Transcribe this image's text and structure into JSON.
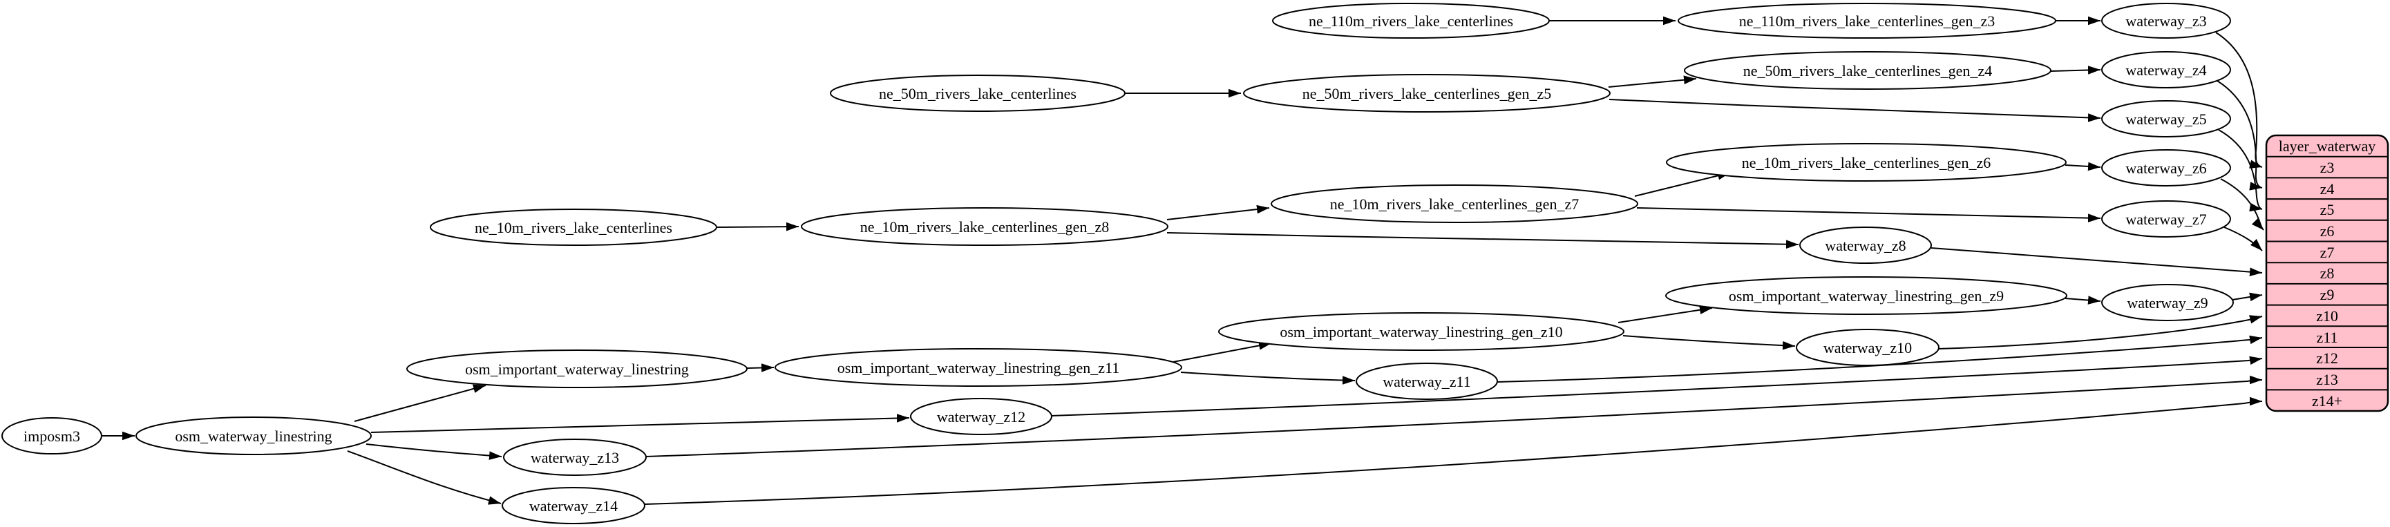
{
  "diagram": {
    "background": "#ffffff",
    "node_fill": "#ffffff",
    "node_stroke": "#000000",
    "record": {
      "title": "layer_waterway",
      "fill": "#ffc0cb",
      "rows": [
        "z3",
        "z4",
        "z5",
        "z6",
        "z7",
        "z8",
        "z9",
        "z10",
        "z11",
        "z12",
        "z13",
        "z14+"
      ]
    },
    "nodes": {
      "imposm3": {
        "label": "imposm3"
      },
      "osm_waterway_linestring": {
        "label": "osm_waterway_linestring"
      },
      "osm_important_waterway_linestring": {
        "label": "osm_important_waterway_linestring"
      },
      "osm_important_waterway_linestring_gen_z11": {
        "label": "osm_important_waterway_linestring_gen_z11"
      },
      "osm_important_waterway_linestring_gen_z10": {
        "label": "osm_important_waterway_linestring_gen_z10"
      },
      "osm_important_waterway_linestring_gen_z9": {
        "label": "osm_important_waterway_linestring_gen_z9"
      },
      "ne_110m_rivers_lake_centerlines": {
        "label": "ne_110m_rivers_lake_centerlines"
      },
      "ne_110m_rivers_lake_centerlines_gen_z3": {
        "label": "ne_110m_rivers_lake_centerlines_gen_z3"
      },
      "ne_50m_rivers_lake_centerlines": {
        "label": "ne_50m_rivers_lake_centerlines"
      },
      "ne_50m_rivers_lake_centerlines_gen_z5": {
        "label": "ne_50m_rivers_lake_centerlines_gen_z5"
      },
      "ne_50m_rivers_lake_centerlines_gen_z4": {
        "label": "ne_50m_rivers_lake_centerlines_gen_z4"
      },
      "ne_10m_rivers_lake_centerlines": {
        "label": "ne_10m_rivers_lake_centerlines"
      },
      "ne_10m_rivers_lake_centerlines_gen_z8": {
        "label": "ne_10m_rivers_lake_centerlines_gen_z8"
      },
      "ne_10m_rivers_lake_centerlines_gen_z7": {
        "label": "ne_10m_rivers_lake_centerlines_gen_z7"
      },
      "ne_10m_rivers_lake_centerlines_gen_z6": {
        "label": "ne_10m_rivers_lake_centerlines_gen_z6"
      },
      "waterway_z3": {
        "label": "waterway_z3"
      },
      "waterway_z4": {
        "label": "waterway_z4"
      },
      "waterway_z5": {
        "label": "waterway_z5"
      },
      "waterway_z6": {
        "label": "waterway_z6"
      },
      "waterway_z7": {
        "label": "waterway_z7"
      },
      "waterway_z8": {
        "label": "waterway_z8"
      },
      "waterway_z9": {
        "label": "waterway_z9"
      },
      "waterway_z10": {
        "label": "waterway_z10"
      },
      "waterway_z11": {
        "label": "waterway_z11"
      },
      "waterway_z12": {
        "label": "waterway_z12"
      },
      "waterway_z13": {
        "label": "waterway_z13"
      },
      "waterway_z14": {
        "label": "waterway_z14"
      }
    },
    "edges": [
      "imposm3 -> osm_waterway_linestring",
      "osm_waterway_linestring -> osm_important_waterway_linestring",
      "osm_waterway_linestring -> waterway_z12",
      "osm_waterway_linestring -> waterway_z13",
      "osm_waterway_linestring -> waterway_z14",
      "osm_important_waterway_linestring -> osm_important_waterway_linestring_gen_z11",
      "osm_important_waterway_linestring_gen_z11 -> osm_important_waterway_linestring_gen_z10",
      "osm_important_waterway_linestring_gen_z10 -> osm_important_waterway_linestring_gen_z9",
      "osm_important_waterway_linestring_gen_z9 -> waterway_z9",
      "osm_important_waterway_linestring_gen_z10 -> waterway_z10",
      "osm_important_waterway_linestring_gen_z11 -> waterway_z11",
      "ne_110m_rivers_lake_centerlines -> ne_110m_rivers_lake_centerlines_gen_z3",
      "ne_110m_rivers_lake_centerlines_gen_z3 -> waterway_z3",
      "ne_50m_rivers_lake_centerlines -> ne_50m_rivers_lake_centerlines_gen_z5",
      "ne_50m_rivers_lake_centerlines_gen_z5 -> ne_50m_rivers_lake_centerlines_gen_z4",
      "ne_50m_rivers_lake_centerlines_gen_z4 -> waterway_z4",
      "ne_50m_rivers_lake_centerlines_gen_z5 -> waterway_z5",
      "ne_10m_rivers_lake_centerlines -> ne_10m_rivers_lake_centerlines_gen_z8",
      "ne_10m_rivers_lake_centerlines_gen_z8 -> ne_10m_rivers_lake_centerlines_gen_z7",
      "ne_10m_rivers_lake_centerlines_gen_z7 -> ne_10m_rivers_lake_centerlines_gen_z6",
      "ne_10m_rivers_lake_centerlines_gen_z6 -> waterway_z6",
      "ne_10m_rivers_lake_centerlines_gen_z7 -> waterway_z7",
      "ne_10m_rivers_lake_centerlines_gen_z8 -> waterway_z8",
      "waterway_z3 -> layer_waterway:z3",
      "waterway_z4 -> layer_waterway:z4",
      "waterway_z5 -> layer_waterway:z5",
      "waterway_z6 -> layer_waterway:z6",
      "waterway_z7 -> layer_waterway:z7",
      "waterway_z8 -> layer_waterway:z8",
      "waterway_z9 -> layer_waterway:z9",
      "waterway_z10 -> layer_waterway:z10",
      "waterway_z11 -> layer_waterway:z11",
      "waterway_z12 -> layer_waterway:z12",
      "waterway_z13 -> layer_waterway:z13",
      "waterway_z14 -> layer_waterway:z14+"
    ]
  }
}
